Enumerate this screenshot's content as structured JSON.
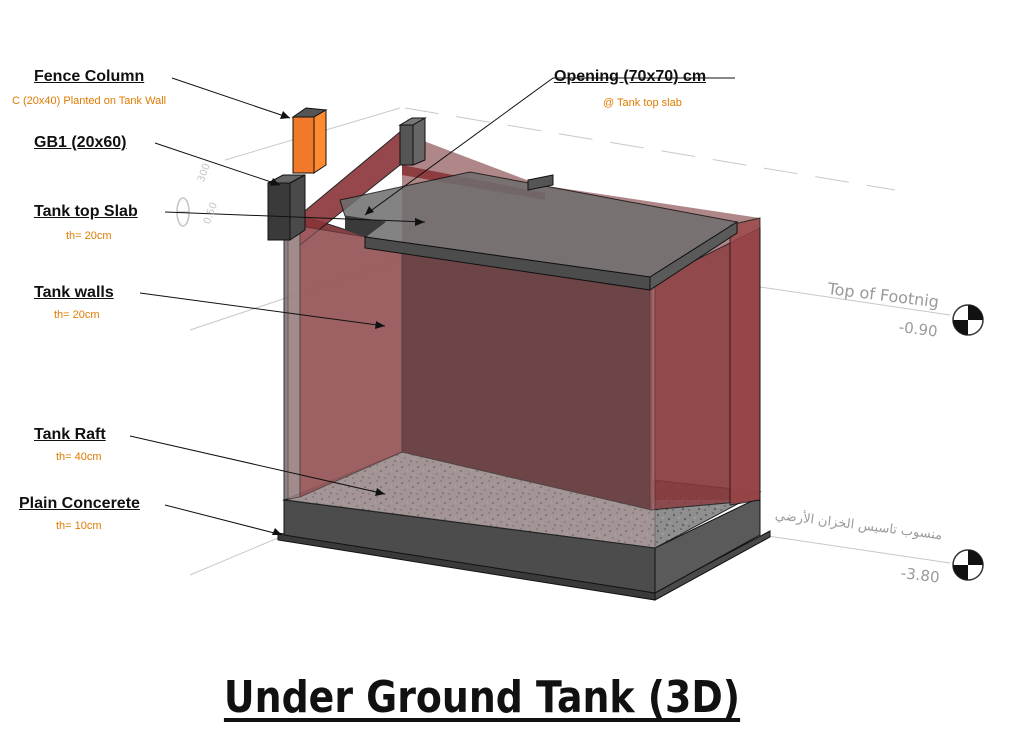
{
  "title": "Under Ground Tank (3D)",
  "callouts": {
    "fence_column": {
      "label": "Fence Column",
      "note": "C (20x40) Planted on Tank Wall"
    },
    "gb1": {
      "label": "GB1 (20x60)"
    },
    "tank_top_slab": {
      "label": "Tank top Slab",
      "note": "th= 20cm"
    },
    "tank_walls": {
      "label": "Tank walls",
      "note": "th= 20cm"
    },
    "tank_raft": {
      "label": "Tank Raft",
      "note": "th= 40cm"
    },
    "plain_concrete": {
      "label": "Plain Concerete",
      "note": "th= 10cm"
    },
    "opening": {
      "label": "Opening (70x70) cm",
      "note": "@ Tank top slab"
    }
  },
  "levels": {
    "top_of_footing": {
      "name": "Top of Footnig",
      "value": "-0.90"
    },
    "tank_foundation": {
      "name": "منسوب تاسيس الخزان الأرضي",
      "value": "-3.80"
    }
  },
  "ghost_marks": {
    "a": "300",
    "b": "0.50"
  },
  "colors": {
    "label_text": "#111111",
    "note_text": "#e07b00",
    "wall": "#7a2b2e",
    "wall_inner": "#3d1416",
    "fence_column": "#f07a2a",
    "slab": "#6f6f6f",
    "raft": "#8e8e8e",
    "plain_concrete": "#3a3a3a",
    "level_text": "#9a9a9a"
  },
  "icons": {
    "level_marker": "level-marker-icon"
  }
}
